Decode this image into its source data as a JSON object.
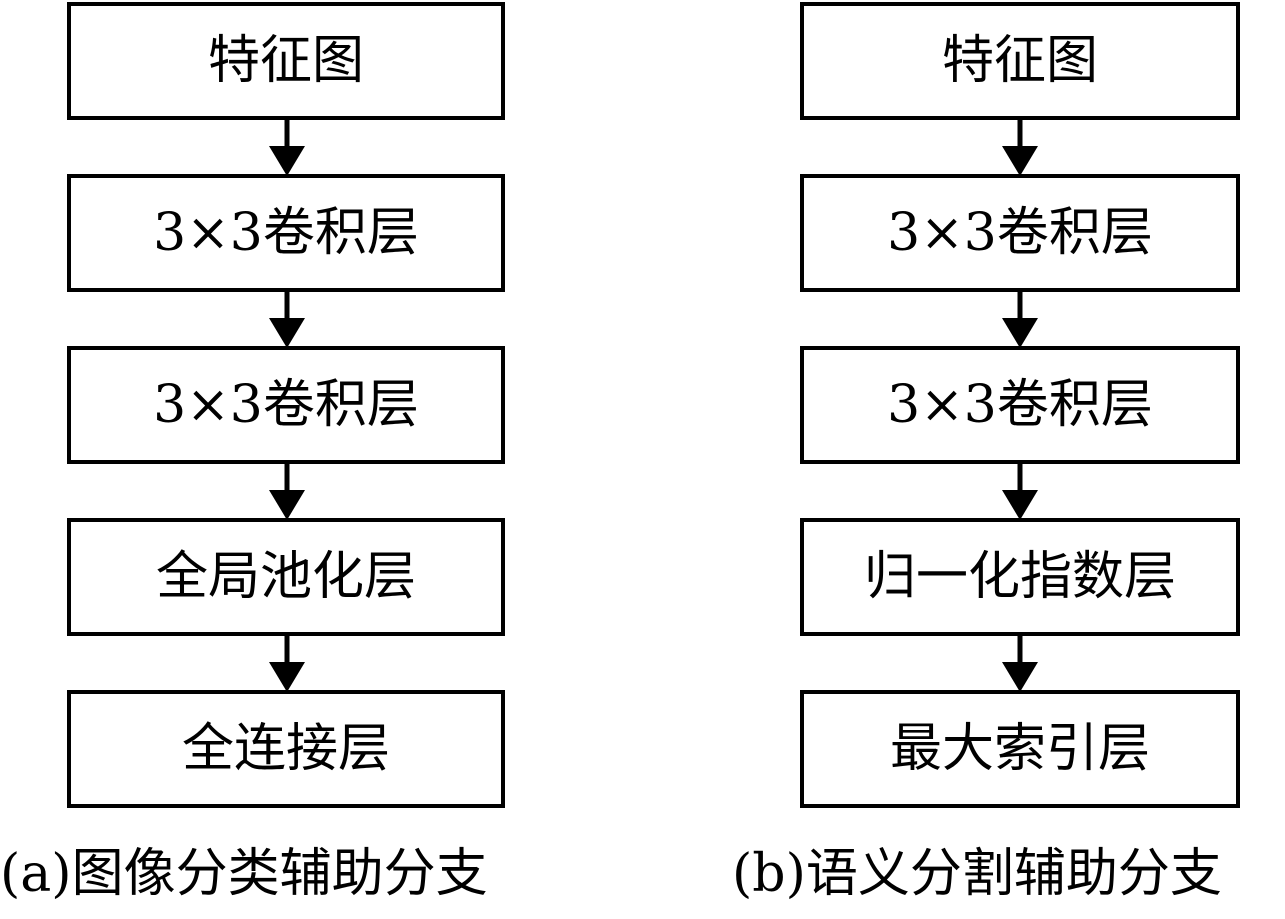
{
  "branches": [
    {
      "steps": [
        "特征图",
        "3×3卷积层",
        "3×3卷积层",
        "全局池化层",
        "全连接层"
      ],
      "caption": "(a)图像分类辅助分支"
    },
    {
      "steps": [
        "特征图",
        "3×3卷积层",
        "3×3卷积层",
        "归一化指数层",
        "最大索引层"
      ],
      "caption": "(b)语义分割辅助分支"
    }
  ]
}
